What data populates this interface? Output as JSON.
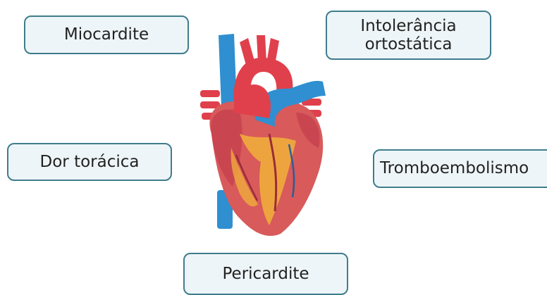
{
  "labels": {
    "miocardite": "Miocardite",
    "intolerancia_line1": "Intolerância",
    "intolerancia_line2": "ortostática",
    "dor_toracica": "Dor torácica",
    "tromboembolismo": "Tromboembolismo",
    "pericardite": "Pericardite"
  },
  "colors": {
    "box_border": "#3f7d8c",
    "box_fill": "#eef5f8",
    "artery_red": "#e0404c",
    "vein_blue": "#2f8fd0",
    "heart_body": "#d85a5a",
    "coronary_yellow": "#f2b13a"
  }
}
